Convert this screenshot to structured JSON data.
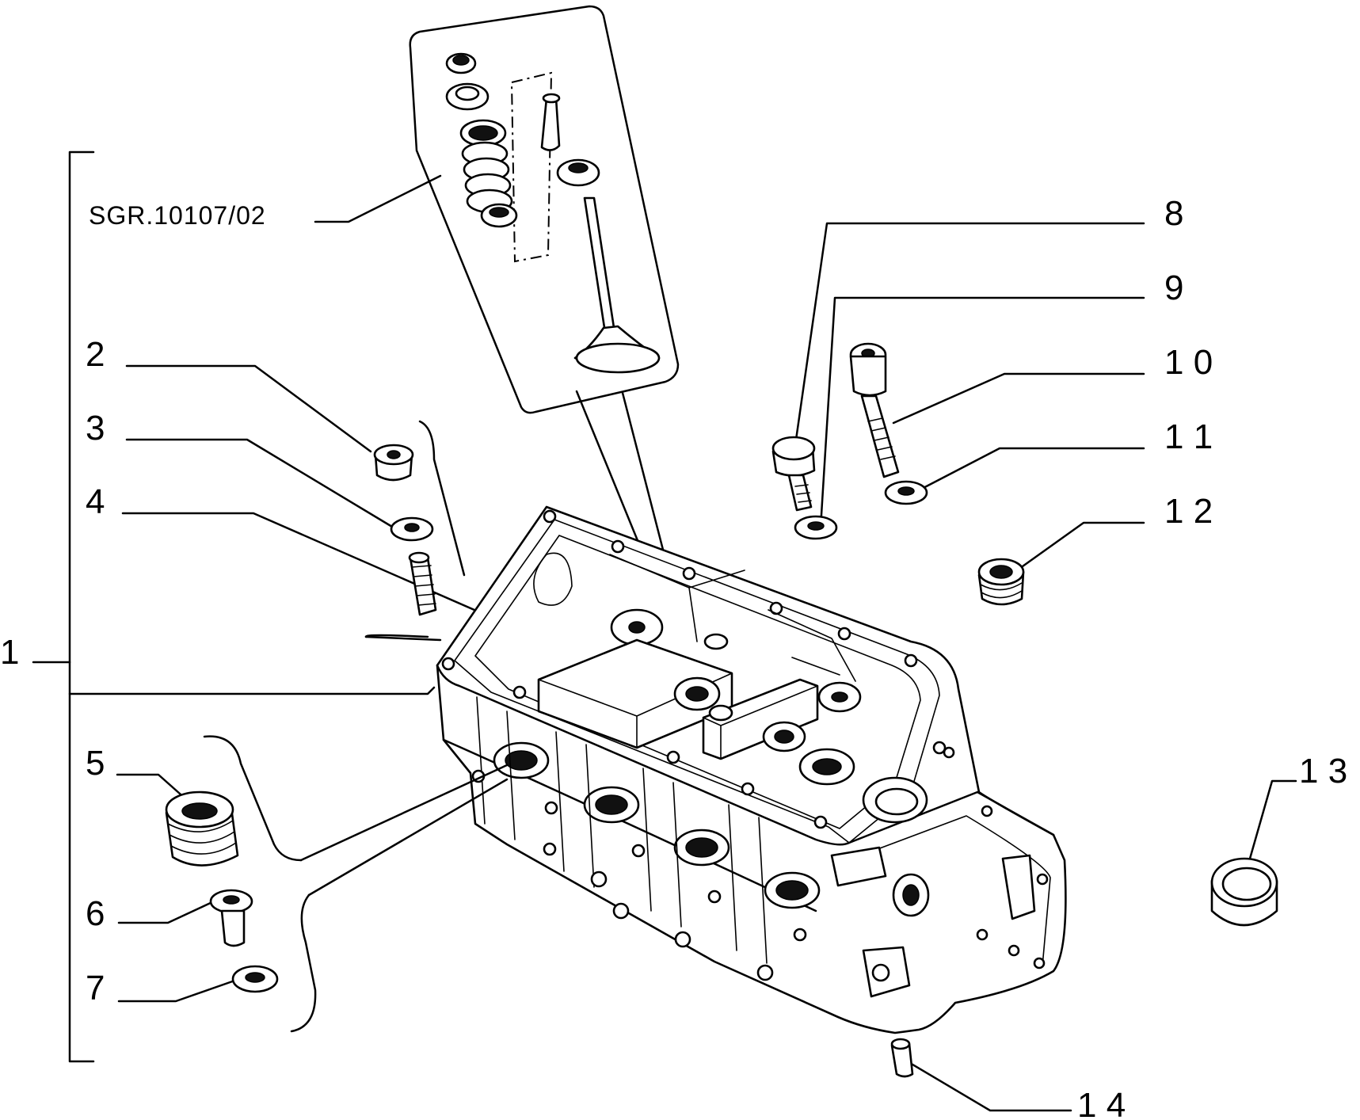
{
  "reference_code": "SGR.10107/02",
  "callouts": [
    {
      "id": "1",
      "label": "1"
    },
    {
      "id": "2",
      "label": "2"
    },
    {
      "id": "3",
      "label": "3"
    },
    {
      "id": "4",
      "label": "4"
    },
    {
      "id": "5",
      "label": "5"
    },
    {
      "id": "6",
      "label": "6"
    },
    {
      "id": "7",
      "label": "7"
    },
    {
      "id": "8",
      "label": "8"
    },
    {
      "id": "9",
      "label": "9"
    },
    {
      "id": "10",
      "label": "1 0"
    },
    {
      "id": "11",
      "label": "1 1"
    },
    {
      "id": "12",
      "label": "1 2"
    },
    {
      "id": "13",
      "label": "1 3"
    },
    {
      "id": "14",
      "label": "1 4"
    }
  ]
}
